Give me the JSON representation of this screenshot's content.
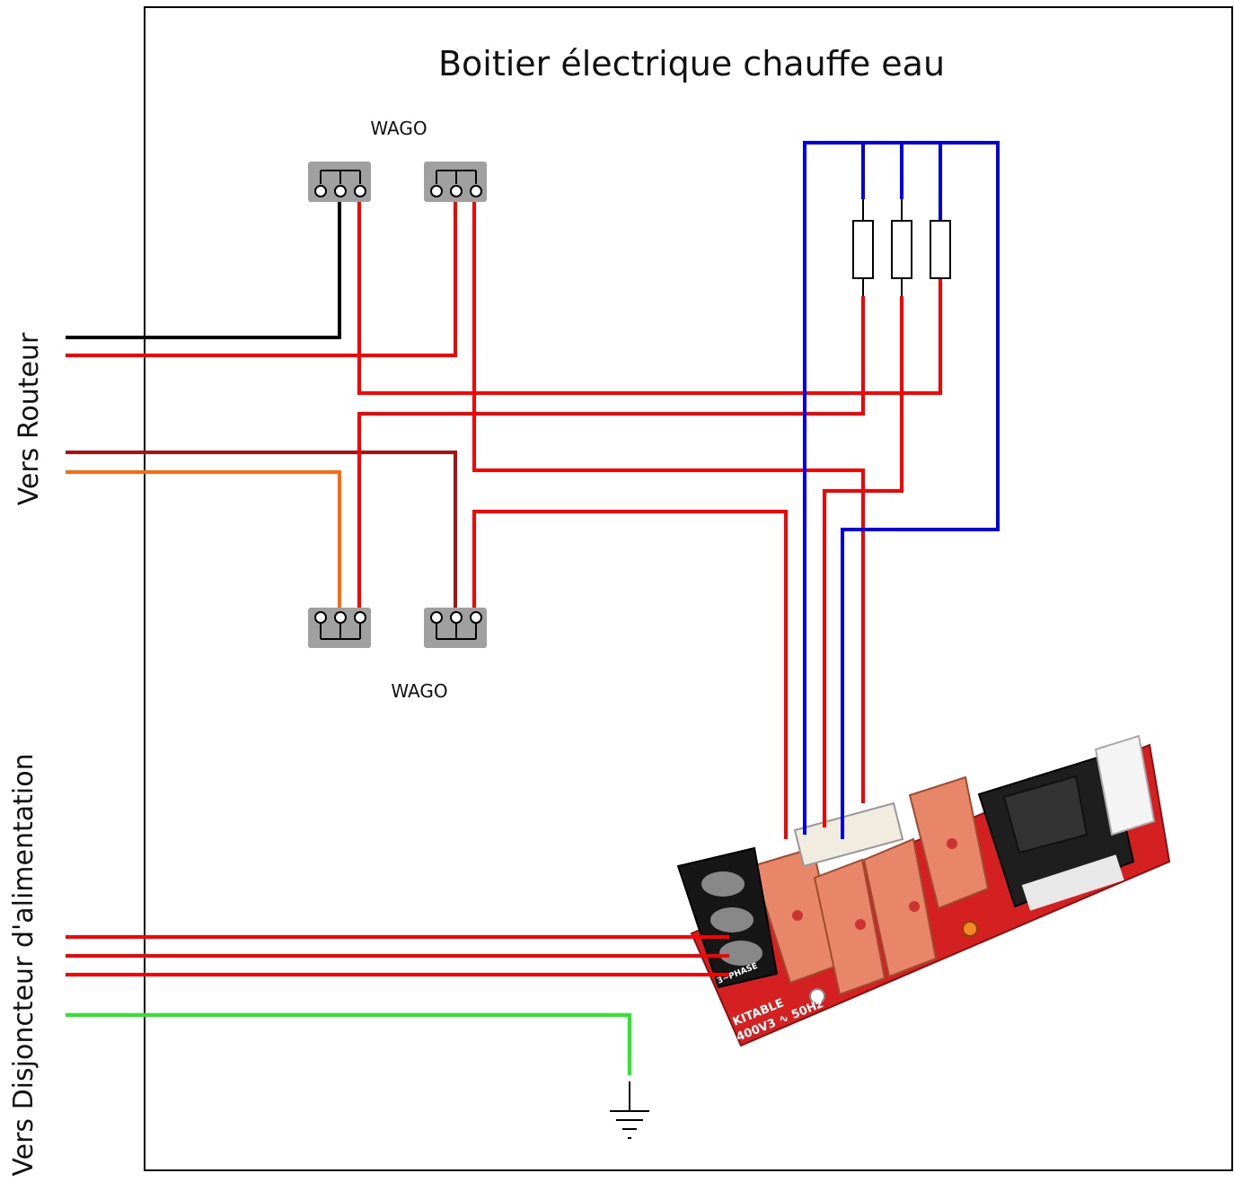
{
  "box": {
    "title": "Boitier électrique chauffe eau"
  },
  "wago": {
    "top_label": "WAGO",
    "bottom_label": "WAGO"
  },
  "labels": {
    "router": "Vers Routeur",
    "breaker": "Vers Disjoncteur d'alimentation"
  },
  "board": {
    "brand": "KITABLE",
    "rating": "400V3 ∿ 50Hz",
    "phase_label": "3~PHASE"
  },
  "colors": {
    "red": "#ff0000",
    "black": "#000000",
    "blue": "#0000ee",
    "darkred": "#b01010",
    "orange": "#ff6a10",
    "green": "#22ee22",
    "wago_body": "#a0a0a0",
    "pcb": "#d42020",
    "relay": "#e8866a"
  },
  "icons": [
    "ground-icon",
    "resistor-icon",
    "wago-connector-icon",
    "relay-icon",
    "transformer-icon",
    "terminal-block-icon"
  ]
}
